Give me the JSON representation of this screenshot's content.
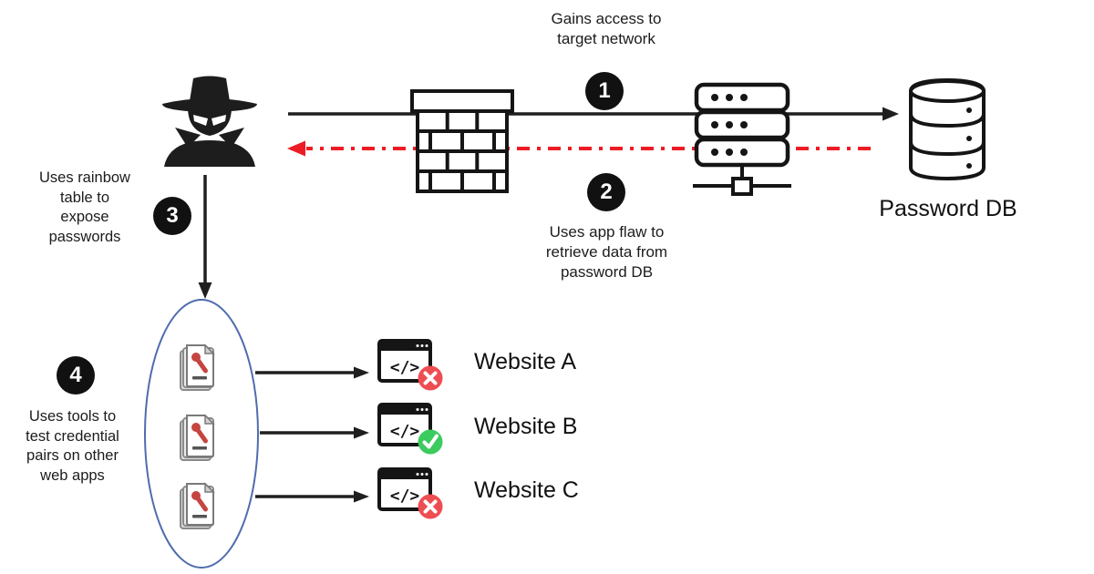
{
  "steps": [
    {
      "number": "1",
      "label": "Gains access to\ntarget network"
    },
    {
      "number": "2",
      "label": "Uses app flaw to\nretrieve data from\npassword DB"
    },
    {
      "number": "3",
      "label": "Uses rainbow\ntable to\nexpose\npasswords"
    },
    {
      "number": "4",
      "label": "Uses tools to\ntest credential\npairs on other\nweb apps"
    }
  ],
  "nodes": {
    "attacker": {
      "icon": "spy-icon"
    },
    "firewall": {
      "icon": "firewall-icon"
    },
    "server": {
      "icon": "server-icon"
    },
    "password_db": {
      "icon": "database-icon",
      "label": "Password DB"
    },
    "credential_files": {
      "icon": "credential-document-icon",
      "count": 3
    }
  },
  "website_icon_glyph": "</>",
  "websites": [
    {
      "label": "Website A",
      "result": "blocked",
      "badge": "x-badge"
    },
    {
      "label": "Website B",
      "result": "success",
      "badge": "check-badge"
    },
    {
      "label": "Website C",
      "result": "blocked",
      "badge": "x-badge"
    }
  ],
  "colors": {
    "line_black": "#1f1f1f",
    "attack_path_red": "#ed1c24",
    "ellipse_blue": "#4f6cae",
    "badge_red": "#ee4d52",
    "badge_green": "#3ccb5e",
    "key_red": "#c64540",
    "step_circle_bg": "#111111",
    "step_circle_text": "#ffffff"
  }
}
